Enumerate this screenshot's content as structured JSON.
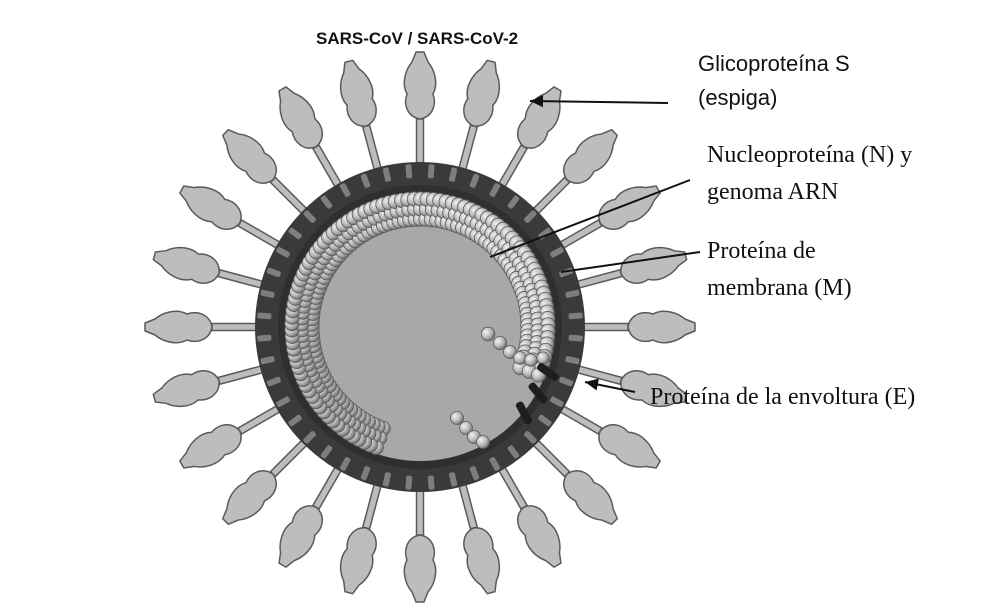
{
  "title": "SARS-CoV / SARS-CoV-2",
  "labels": {
    "spike": {
      "line1": "Glicoproteína S",
      "line2": "(espiga)"
    },
    "nucleoprotein": {
      "line1": "Nucleoproteína (N) y",
      "line2": "genoma ARN"
    },
    "membrane": {
      "line1": "Proteína de",
      "line2": "membrana (M)"
    },
    "envelope": "Proteína de la envoltura (E)"
  },
  "colors": {
    "background": "#ffffff",
    "spike_fill": "#bdbdbd",
    "spike_stroke": "#5a5a5a",
    "membrane": "#3a3a3a",
    "core": "#a8a8a8",
    "nucleocapsid_bead": "#b5b5b5",
    "text": "#111111"
  }
}
